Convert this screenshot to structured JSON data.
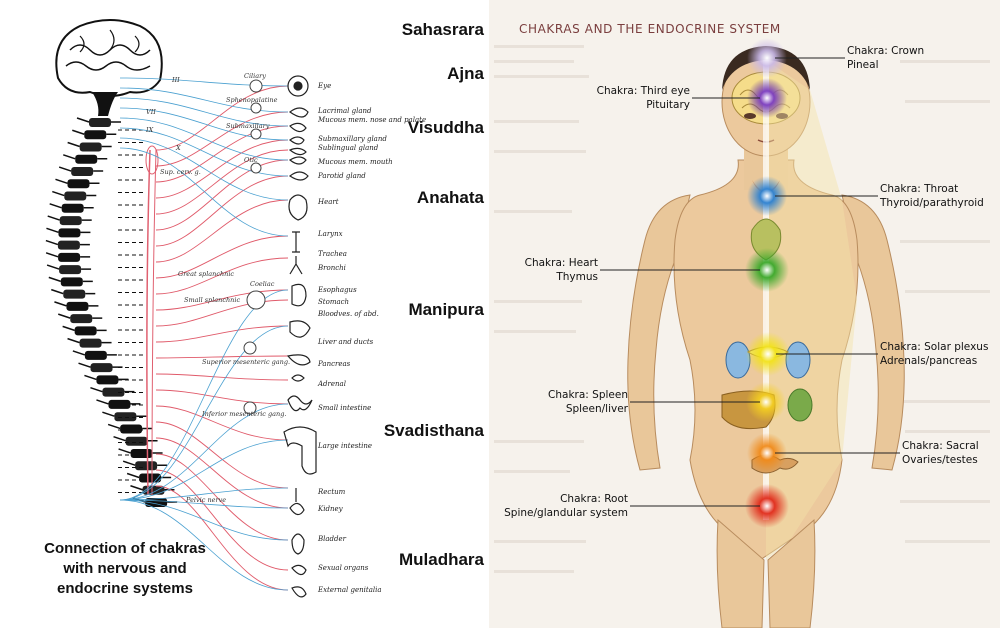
{
  "left_panel": {
    "chakras": [
      "Sahasrara",
      "Ajna",
      "Visuddha",
      "Anahata",
      "Manipura",
      "Svadisthana",
      "Muladhara"
    ],
    "caption": [
      "Connection of chakras",
      "with nervous and",
      "endocrine systems"
    ],
    "cranial_nerves": [
      "III",
      "VII",
      "IX",
      "X"
    ],
    "ganglia": [
      "Ciliary",
      "Sphenopalatine",
      "Submaxillary",
      "Otic",
      "Sup. cerv. g.",
      "Great splanchnic",
      "Coeliac",
      "Small splanchnic",
      "Superior mesenteric gang.",
      "Inferior mesenteric gang.",
      "Pelvic nerve"
    ],
    "organs": [
      "Eye",
      "Lacrimal gland",
      "Mucous mem. nose and palate",
      "Submaxillary gland",
      "Sublingual gland",
      "Mucous mem. mouth",
      "Parotid gland",
      "Heart",
      "Larynx",
      "Trachea",
      "Bronchi",
      "Esophagus",
      "Stomach",
      "Bloodves. of abd.",
      "Liver and ducts",
      "Pancreas",
      "Adrenal",
      "Small intestine",
      "Large intestine",
      "Rectum",
      "Kidney",
      "Bladder",
      "Sexual organs",
      "External genitalia"
    ]
  },
  "right_panel": {
    "title": "CHAKRAS AND THE ENDOCRINE SYSTEM",
    "callouts": [
      {
        "chakra": "Chakra: Crown",
        "gland": "Pineal",
        "color": "#c9b8e8"
      },
      {
        "chakra": "Chakra: Third eye",
        "gland": "Pituitary",
        "color": "#5a2a9a"
      },
      {
        "chakra": "Chakra: Throat",
        "gland": "Thyroid/parathyroid",
        "color": "#2a7fd0"
      },
      {
        "chakra": "Chakra: Heart",
        "gland": "Thymus",
        "color": "#3aa82a"
      },
      {
        "chakra": "Chakra: Solar plexus",
        "gland": "Adrenals/pancreas",
        "color": "#f2e21a"
      },
      {
        "chakra": "Chakra: Spleen",
        "gland": "Spleen/liver",
        "color": "#f5d020"
      },
      {
        "chakra": "Chakra: Sacral",
        "gland": "Ovaries/testes",
        "color": "#f08a1a"
      },
      {
        "chakra": "Chakra: Root",
        "gland": "Spine/glandular system",
        "color": "#e02a1a"
      }
    ]
  }
}
